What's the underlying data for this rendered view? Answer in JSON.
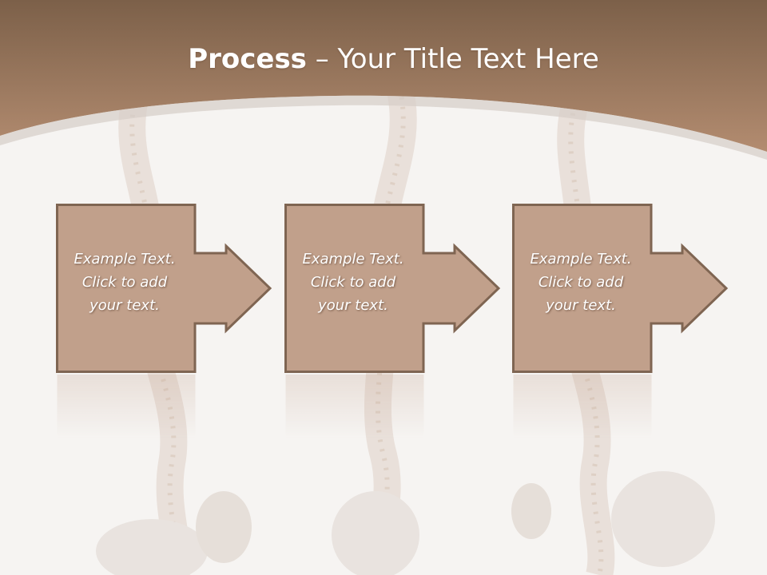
{
  "slide": {
    "title_bold": "Process",
    "title_rest": " – Your Title Text Here",
    "colors": {
      "header_dark": "#7c6049",
      "header_light": "#b38c70",
      "box_fill": "#c1a08b",
      "box_stroke": "#7f6552",
      "background": "#f6f4f2"
    }
  },
  "steps": [
    {
      "line1": "Example Text.",
      "line2": "Click  to add",
      "line3": "your text."
    },
    {
      "line1": "Example Text.",
      "line2": "Click  to add",
      "line3": "your text."
    },
    {
      "line1": "Example Text.",
      "line2": "Click  to add",
      "line3": "your text."
    }
  ]
}
